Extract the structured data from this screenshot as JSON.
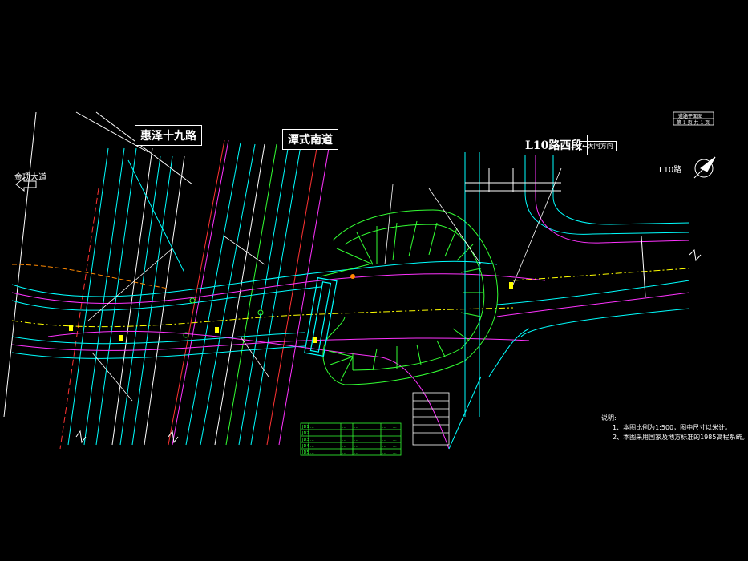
{
  "labels": {
    "road_left": "金项大道",
    "road_north_19": "惠泽十九路",
    "road_center": "潭式南道",
    "road_l10": "L10路西段",
    "l10_east": "L10路",
    "direction_arrow": "←大同方向"
  },
  "title_block": {
    "title": "道路平面图",
    "row": "第 1 页 共 1 页"
  },
  "notes": {
    "heading": "说明:",
    "line1": "1、本图比例为1:500，图中尺寸以米计。",
    "line2": "2、本图采用国家及地方标准的1985高程系统。"
  },
  "table": {
    "rows": [
      [
        "JD1",
        "...",
        "...",
        "...",
        "...",
        "..."
      ],
      [
        "JD2",
        "...",
        "...",
        "...",
        "...",
        "..."
      ],
      [
        "JD3",
        "...",
        "...",
        "...",
        "...",
        "..."
      ],
      [
        "JD4",
        "...",
        "...",
        "...",
        "...",
        "..."
      ],
      [
        "JD5",
        "...",
        "...",
        "...",
        "...",
        "..."
      ]
    ]
  },
  "colors": {
    "background": "#000000",
    "cyan": "#00ffff",
    "white": "#ffffff",
    "green": "#33ff33",
    "magenta": "#ff33ff",
    "red": "#ff3333",
    "yellow": "#ffff00",
    "orange": "#ff8800",
    "blue": "#4444ff"
  }
}
